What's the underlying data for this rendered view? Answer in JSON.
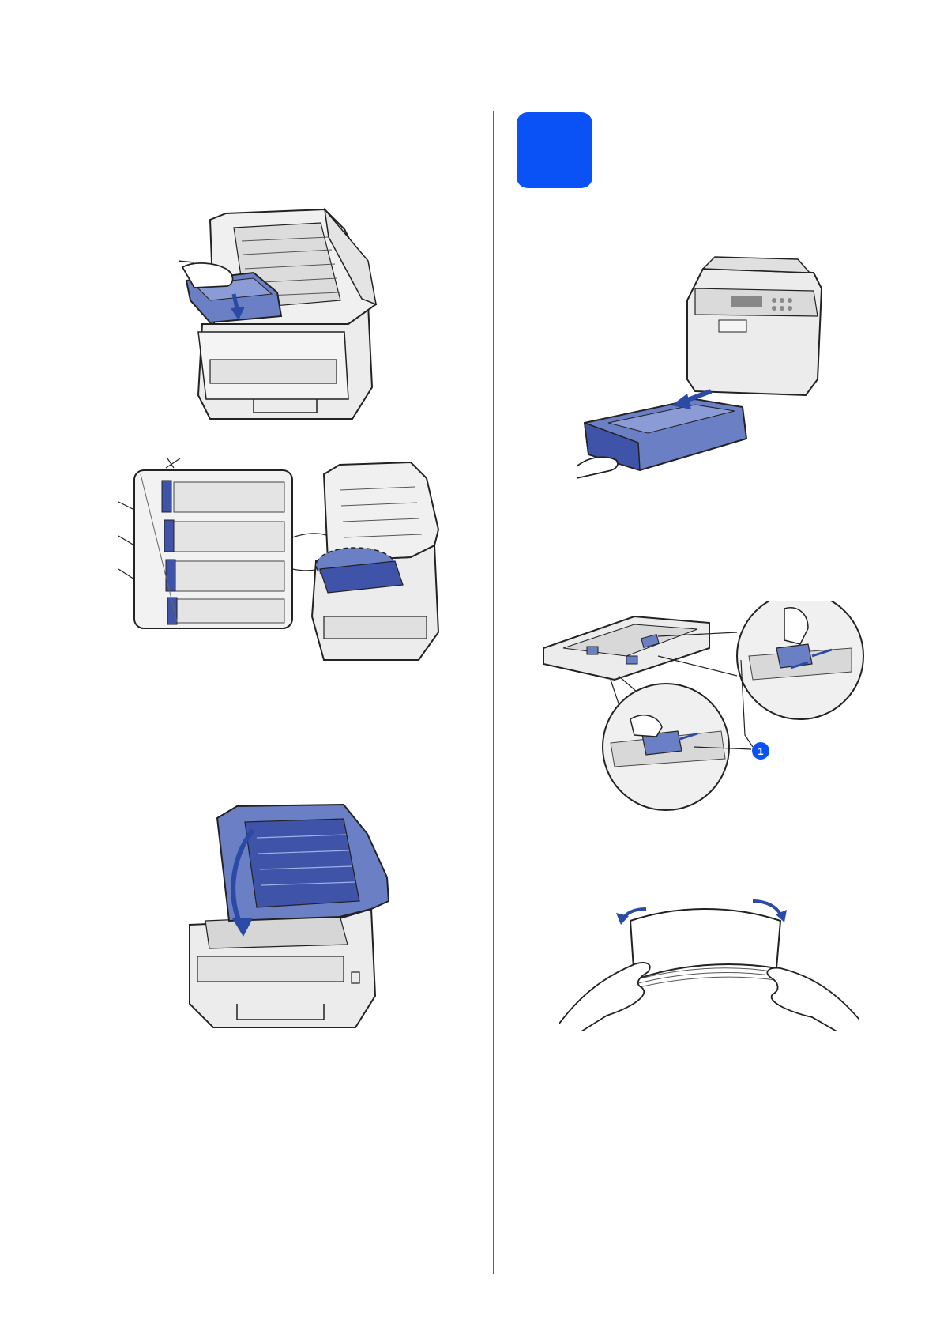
{
  "document": {
    "left_column": {
      "figures": [
        {
          "name": "insert-drum-unit",
          "alt": "drum-unit-insertion-illustration"
        },
        {
          "name": "drum-lock-levers",
          "alt": "drum-lock-levers-illustration"
        },
        {
          "name": "close-top-cover",
          "alt": "close-top-cover-illustration"
        }
      ]
    },
    "right_column": {
      "step_badge": {
        "label": "",
        "color": "#0a52f5"
      },
      "figures": [
        {
          "name": "pull-out-paper-tray",
          "alt": "pull-paper-tray-illustration"
        },
        {
          "name": "adjust-paper-guides",
          "alt": "paper-guides-illustration",
          "callout": "1"
        },
        {
          "name": "fan-paper-stack",
          "alt": "fan-paper-illustration"
        }
      ]
    }
  },
  "colors": {
    "accent_blue": "#0a52f5",
    "part_blue": "#6b7fc4",
    "part_blue_dark": "#3f54a8",
    "body_gray": "#e8e8e8",
    "outline": "#222222",
    "divider": "#2a62e8"
  }
}
